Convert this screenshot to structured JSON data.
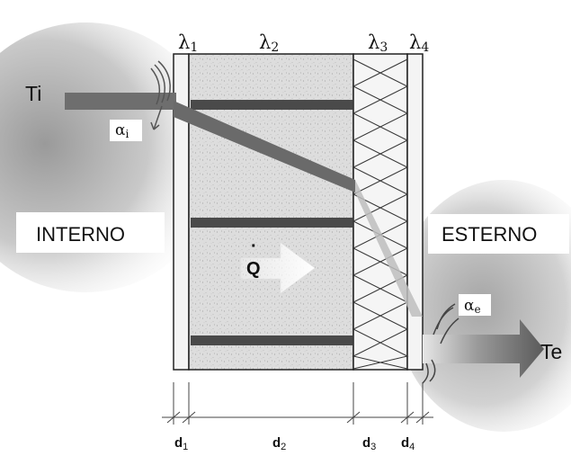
{
  "layers": {
    "lambda_1": "λ",
    "lambda_1_sub": "1",
    "lambda_2": "λ",
    "lambda_2_sub": "2",
    "lambda_3": "λ",
    "lambda_3_sub": "3",
    "lambda_4": "λ",
    "lambda_4_sub": "4"
  },
  "temperatures": {
    "inside": "Ti",
    "outside": "Te"
  },
  "sides": {
    "inside": "INTERNO",
    "outside": "ESTERNO"
  },
  "coefficients": {
    "alpha_i": "α",
    "alpha_i_sub": "i",
    "alpha_e": "α",
    "alpha_e_sub": "e"
  },
  "heat_flow": {
    "label": "Q",
    "dot": "·"
  },
  "thickness": {
    "d1": "d",
    "d1_sub": "1",
    "d2": "d",
    "d2_sub": "2",
    "d3": "d",
    "d3_sub": "3",
    "d4": "d",
    "d4_sub": "4"
  },
  "colors": {
    "rebar": "#4a4a4a",
    "concrete": "#dcdcdc",
    "outline": "#222222",
    "flow_arrow": "#f2f2f2"
  }
}
